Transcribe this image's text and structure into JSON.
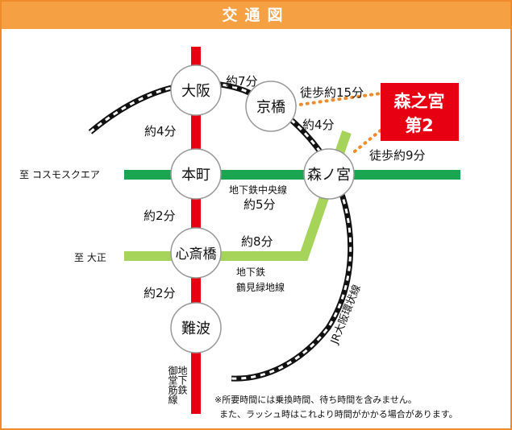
{
  "header": {
    "title": "交通図"
  },
  "stations": {
    "osaka": "大阪",
    "kyobashi": "京橋",
    "honmachi": "本町",
    "morinomiya": "森ノ宮",
    "shinsaibashi": "心斎橋",
    "namba": "難波"
  },
  "destination": {
    "line1": "森之宮",
    "line2": "第2"
  },
  "times": {
    "osaka_kyobashi": "約7分",
    "osaka_honmachi": "約4分",
    "walk_kyobashi": "徒歩約15分",
    "kyobashi_morinomiya": "約4分",
    "walk_morinomiya": "徒歩約9分",
    "honmachi_morinomiya": "約5分",
    "honmachi_shinsaibashi": "約2分",
    "shinsaibashi_morinomiya": "約8分",
    "shinsaibashi_namba": "約2分"
  },
  "lines": {
    "chuo": "地下鉄中央線",
    "nagahori_1": "地下鉄",
    "nagahori_2": "鶴見緑地線",
    "midosuji_col1": "御堂筋線",
    "midosuji_col2": "地下鉄",
    "jr_loop": "JR大阪環状線"
  },
  "directions": {
    "west_green": "至 コスモスクエア",
    "west_lime": "至 大正"
  },
  "note": {
    "line1": "※所要時間には乗換時間、待ち時間を含みません。",
    "line2": "また、ラッシュ時はこれより時間がかかる場合があります。"
  },
  "colors": {
    "header": "#f5a143",
    "midosuji": "#e60012",
    "chuo": "#1aa651",
    "nagahori": "#a6d45a",
    "walk_route": "#f08a2a",
    "destination_bg": "#e60012"
  }
}
